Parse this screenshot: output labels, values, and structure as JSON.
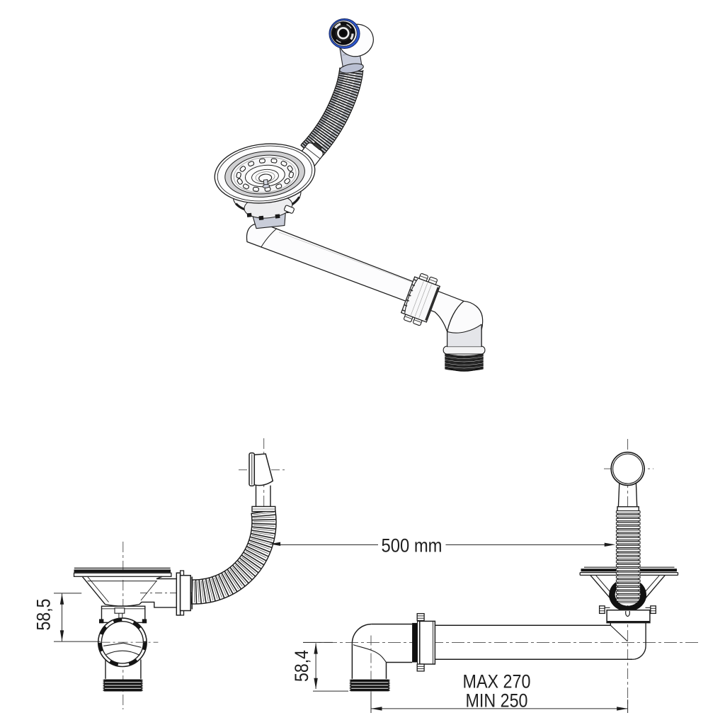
{
  "page": {
    "title": "Sink strainer waste drain set with overflow - technical drawing",
    "background": "#ffffff"
  },
  "drawing": {
    "type": "technical_product_drawing",
    "views": {
      "perspective": {
        "name": "3d-product-view",
        "parts": [
          "overflow-cap",
          "overflow-hose",
          "strainer-basket",
          "drain-pipe",
          "coupling-nut",
          "threaded-outlet"
        ]
      },
      "side": {
        "name": "side-view",
        "parts": [
          "strainer-flange",
          "overflow-hose",
          "overflow-connector",
          "outlet-circle",
          "threaded-outlet"
        ]
      },
      "front": {
        "name": "front-view",
        "parts": [
          "overflow-cap",
          "overflow-hose",
          "strainer-flange",
          "seal-ring",
          "drain-pipe",
          "elbow",
          "coupling-nut",
          "threaded-outlet"
        ]
      }
    },
    "colors": {
      "line": "#1d1d1d",
      "cap_ring_blue": "#2b55cb",
      "metal_gray": "#c7ccdb",
      "background": "#ffffff"
    }
  },
  "dimensions": {
    "overflow_height_side": {
      "label": "58,5",
      "value": 58.5,
      "unit": "mm",
      "orientation": "vertical"
    },
    "hose_spacing": {
      "label": "500 mm",
      "value": 500,
      "unit": "mm",
      "orientation": "horizontal"
    },
    "outlet_height_front": {
      "label": "58,4",
      "value": 58.4,
      "unit": "mm",
      "orientation": "vertical"
    },
    "pipe_reach_max": {
      "label": "MAX 270",
      "value": 270,
      "unit": "mm",
      "orientation": "horizontal"
    },
    "pipe_reach_min": {
      "label": "MIN 250",
      "value": 250,
      "unit": "mm",
      "orientation": "horizontal"
    }
  }
}
